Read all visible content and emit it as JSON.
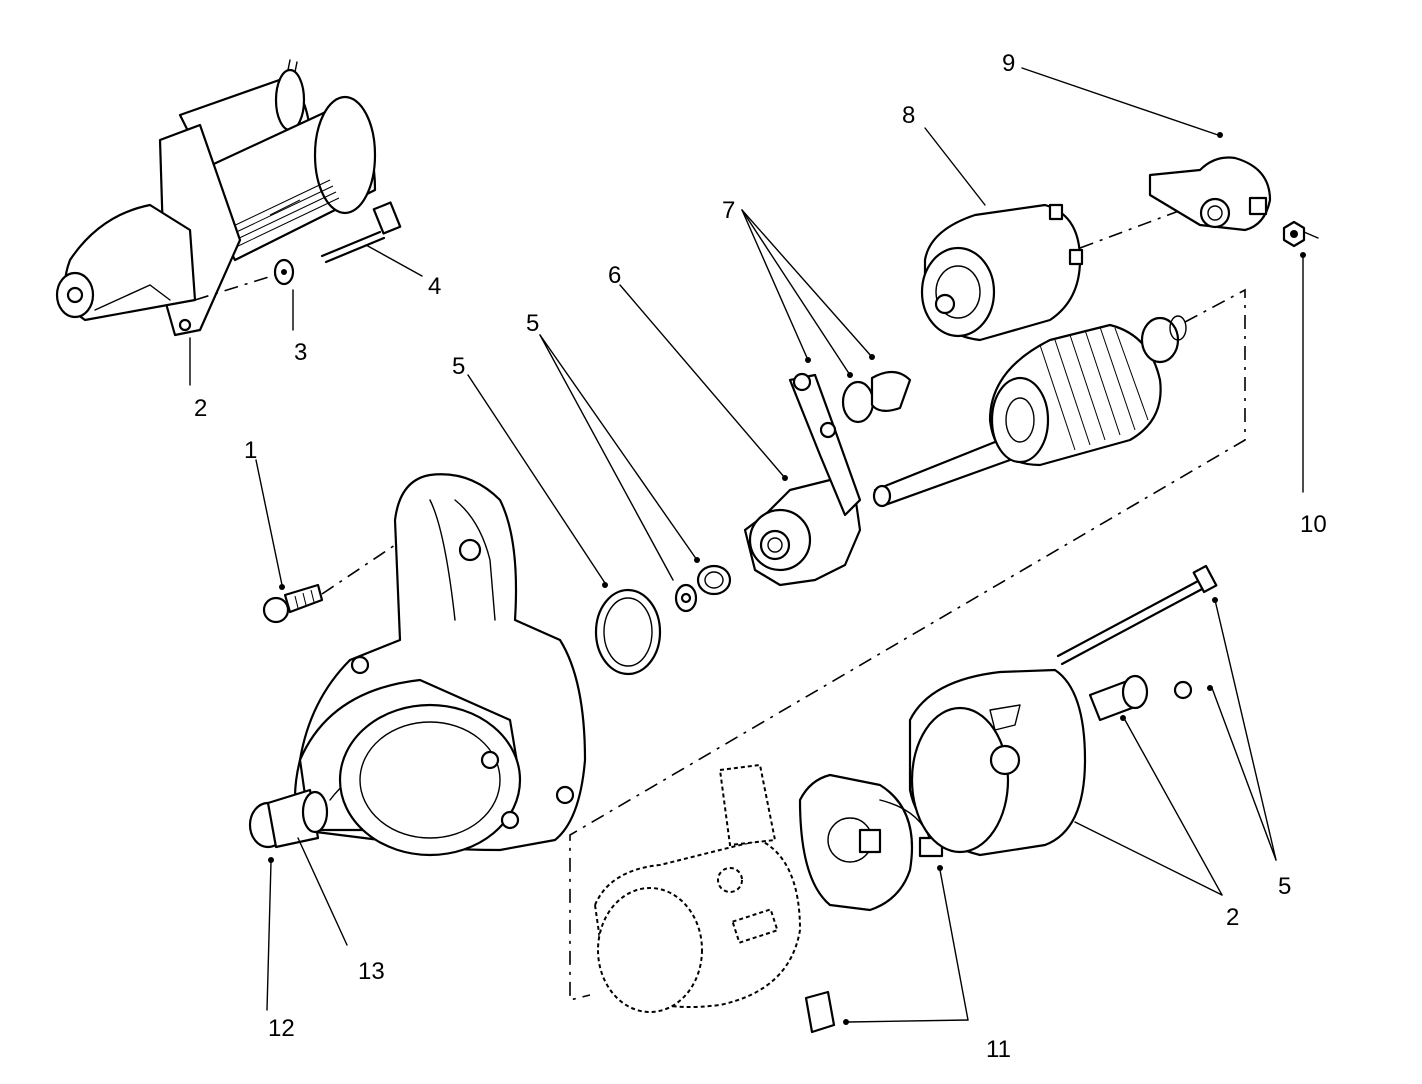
{
  "callouts": {
    "c1": "1",
    "c2_top": "2",
    "c2_bottom": "2",
    "c3": "3",
    "c4": "4",
    "c5_left": "5",
    "c5_mid": "5",
    "c5_right": "5",
    "c6": "6",
    "c7": "7",
    "c8": "8",
    "c9": "9",
    "c10": "10",
    "c11": "11",
    "c12": "12",
    "c13": "13"
  }
}
